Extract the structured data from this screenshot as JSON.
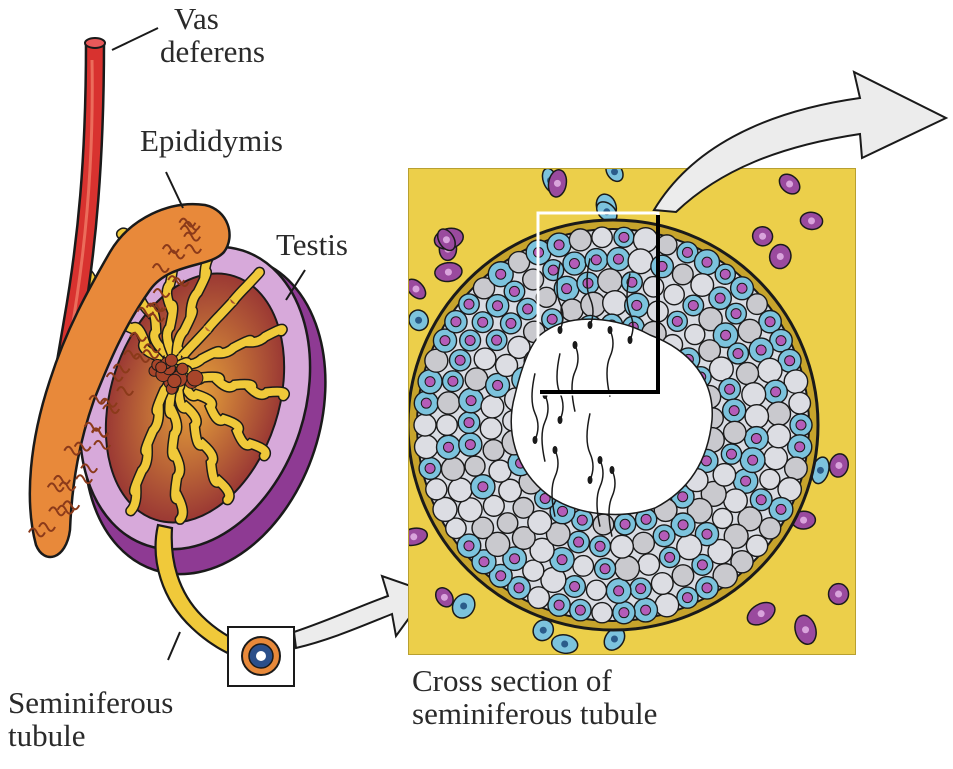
{
  "labels": {
    "vas_deferens": [
      "Vas",
      "deferens"
    ],
    "epididymis": "Epididymis",
    "testis": "Testis",
    "seminiferous_tubule": [
      "Seminiferous",
      "tubule"
    ],
    "cross_section": [
      "Cross section of",
      "seminiferous tubule"
    ]
  },
  "colors": {
    "vas_deferens": "#d8322f",
    "epididymis": "#e8893a",
    "testis_surface": "#d6a8d8",
    "testis_rim": "#9a3f9c",
    "lobule_tissue": "#8b2333",
    "tubule_yellow": "#f0c93a",
    "interstitial": "#eccf4a",
    "cell_blue": "#7cc3dd",
    "cell_purple": "#b45cb8",
    "cell_gray": "#c9c9ce",
    "arrow_fill": "#ececec"
  }
}
